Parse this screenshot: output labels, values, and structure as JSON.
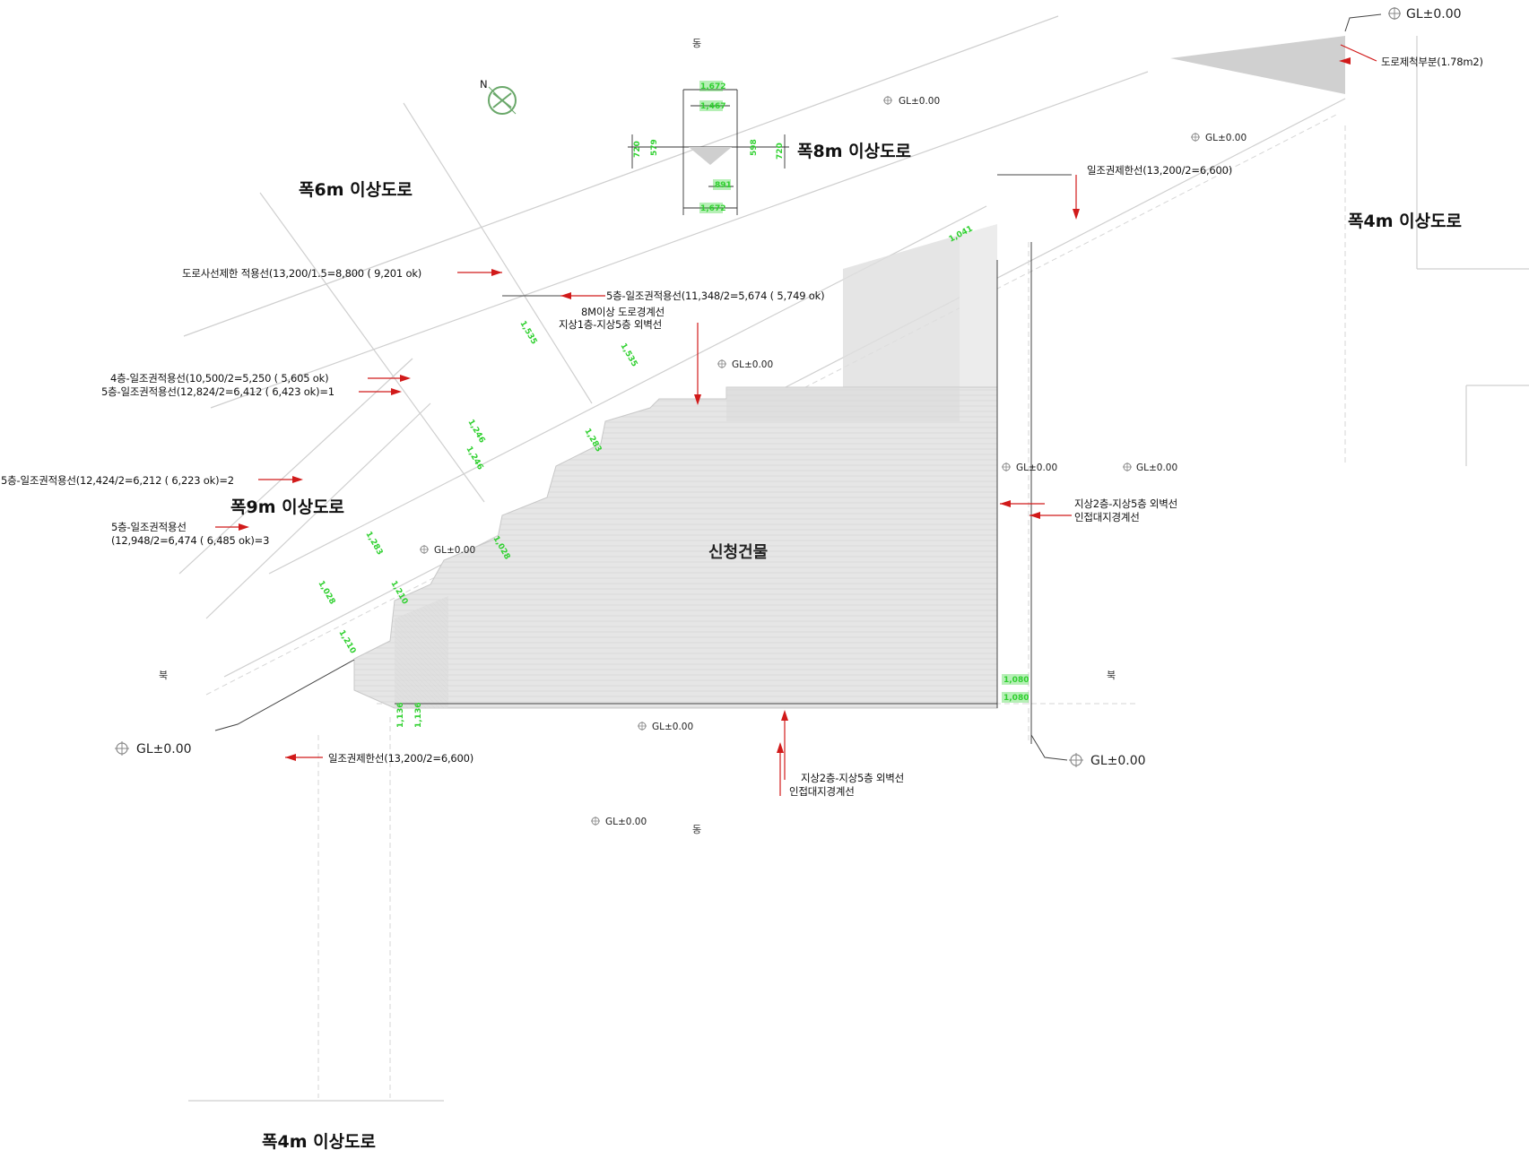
{
  "roads": {
    "top_8m": "폭8m 이상도로",
    "left_6m": "폭6m 이상도로",
    "right_4m": "폭4m 이상도로",
    "left_9m": "폭9m 이상도로",
    "bottom_4m": "폭4m 이상도로"
  },
  "building_label": "신청건물",
  "annotations": {
    "top_right_area": "도로제척부분(1.78m2)",
    "sunlight_limit_top": "일조권제한선(13,200/2=6,600)",
    "road_slant_limit": "도로사선제한 적용선(13,200/1.5=8,800 ( 9,201 ok)",
    "floor5_line_a": "5층-일조권적용선(11,348/2=5,674 ( 5,749 ok)",
    "road_boundary_8m": "8M이상 도로경계선",
    "outer_wall_1_5": "지상1층-지상5층 외벽선",
    "floor4_line": "4층-일조권적용선(10,500/2=5,250 ( 5,605 ok)",
    "floor5_line_1": "5층-일조권적용선(12,824/2=6,412 ( 6,423 ok)=1",
    "floor5_line_2": "5층-일조권적용선(12,424/2=6,212 ( 6,223 ok)=2",
    "floor5_line_3_a": "5층-일조권적용선",
    "floor5_line_3_b": "(12,948/2=6,474 ( 6,485 ok)=3",
    "outer_wall_2_5_right": "지상2층-지상5층 외벽선",
    "adjacent_boundary_right": "인접대지경계선",
    "sunlight_limit_bottom": "일조권제한선(13,200/2=6,600)",
    "outer_wall_2_5_bottom": "지상2층-지상5층 외벽선",
    "adjacent_boundary_bottom": "인접대지경계선"
  },
  "gl_marks": {
    "top_right": "GL±0.00",
    "upper_mid": "GL±0.00",
    "upper_right": "GL±0.00",
    "mid_center": "GL±0.00",
    "right_a": "GL±0.00",
    "right_b": "GL±0.00",
    "left_mid": "GL±0.00",
    "left_bottom": "GL±0.00",
    "bottom_center": "GL±0.00",
    "bottom_right": "GL±0.00",
    "bottom_low": "GL±0.00"
  },
  "side_marks": {
    "top": "동",
    "bottom": "동",
    "left": "북",
    "right": "북"
  },
  "north_letter": "N",
  "dimensions": {
    "detail_top": "1,672",
    "detail_mid": "1,467",
    "detail_bottom_w": "1,672",
    "detail_small": "891",
    "detail_left_a": "720",
    "detail_left_b": "579",
    "detail_right_a": "598",
    "detail_right_b": "720",
    "bottom_a": "1,136",
    "bottom_b": "1,136",
    "right_a": "1,080",
    "right_b": "1,080",
    "slope_a": "1,535",
    "slope_b": "1,535",
    "slope_c": "1,246",
    "slope_d": "1,246",
    "slope_e": "1,283",
    "slope_f": "1,283",
    "slope_g": "1,028",
    "slope_h": "1,028",
    "slope_i": "1,210",
    "slope_j": "1,210",
    "slope_k": "1,041"
  },
  "colors": {
    "building_fill": "#e4e4e4",
    "sunlight_zone": "#d9d9d9",
    "road_line": "#cfcfcf",
    "dimension_green": "#2fd02f",
    "arrow_red": "#d11a1a"
  }
}
